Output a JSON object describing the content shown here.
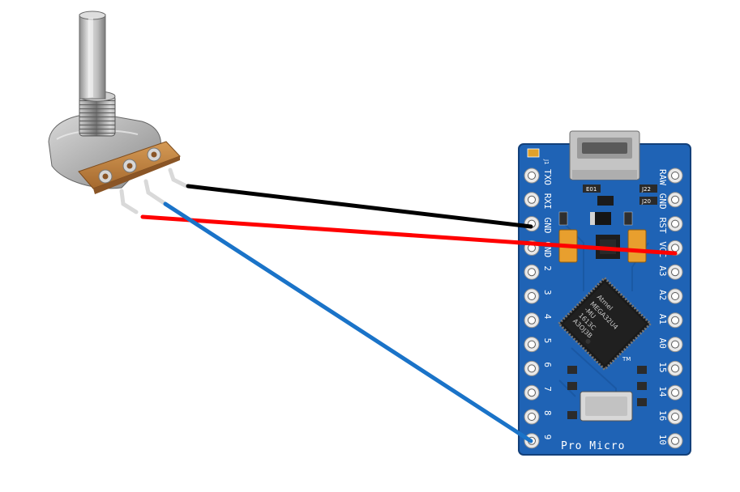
{
  "board": {
    "title": "Pro Micro",
    "header_label": "J1",
    "chip_brand": "Atmel",
    "chip_lines": [
      "MEGA32U4",
      "-MU",
      "1613C",
      "A3OJ3B"
    ],
    "marking": "TM",
    "component_labels": [
      "E01",
      "J22",
      "J20"
    ],
    "left_pins": [
      "TXO",
      "RXI",
      "GND",
      "GND",
      "2",
      "3",
      "4",
      "5",
      "6",
      "7",
      "8",
      "9"
    ],
    "right_pins": [
      "RAW",
      "GND",
      "RST",
      "VCC",
      "A3",
      "A2",
      "A1",
      "A0",
      "15",
      "14",
      "16",
      "10"
    ]
  },
  "colors": {
    "board": "#1f63b5",
    "wire_black": "#000000",
    "wire_red": "#ff0000",
    "wire_blue": "#1a73c8",
    "potentiometer_base": "#b87a3a",
    "shaft": "#c8c8c8"
  },
  "wires": [
    {
      "color": "black",
      "from": "potentiometer-pin-right",
      "to": "GND"
    },
    {
      "color": "red",
      "from": "potentiometer-pin-left",
      "to": "VCC"
    },
    {
      "color": "blue",
      "from": "potentiometer-pin-middle",
      "to": "9"
    }
  ]
}
